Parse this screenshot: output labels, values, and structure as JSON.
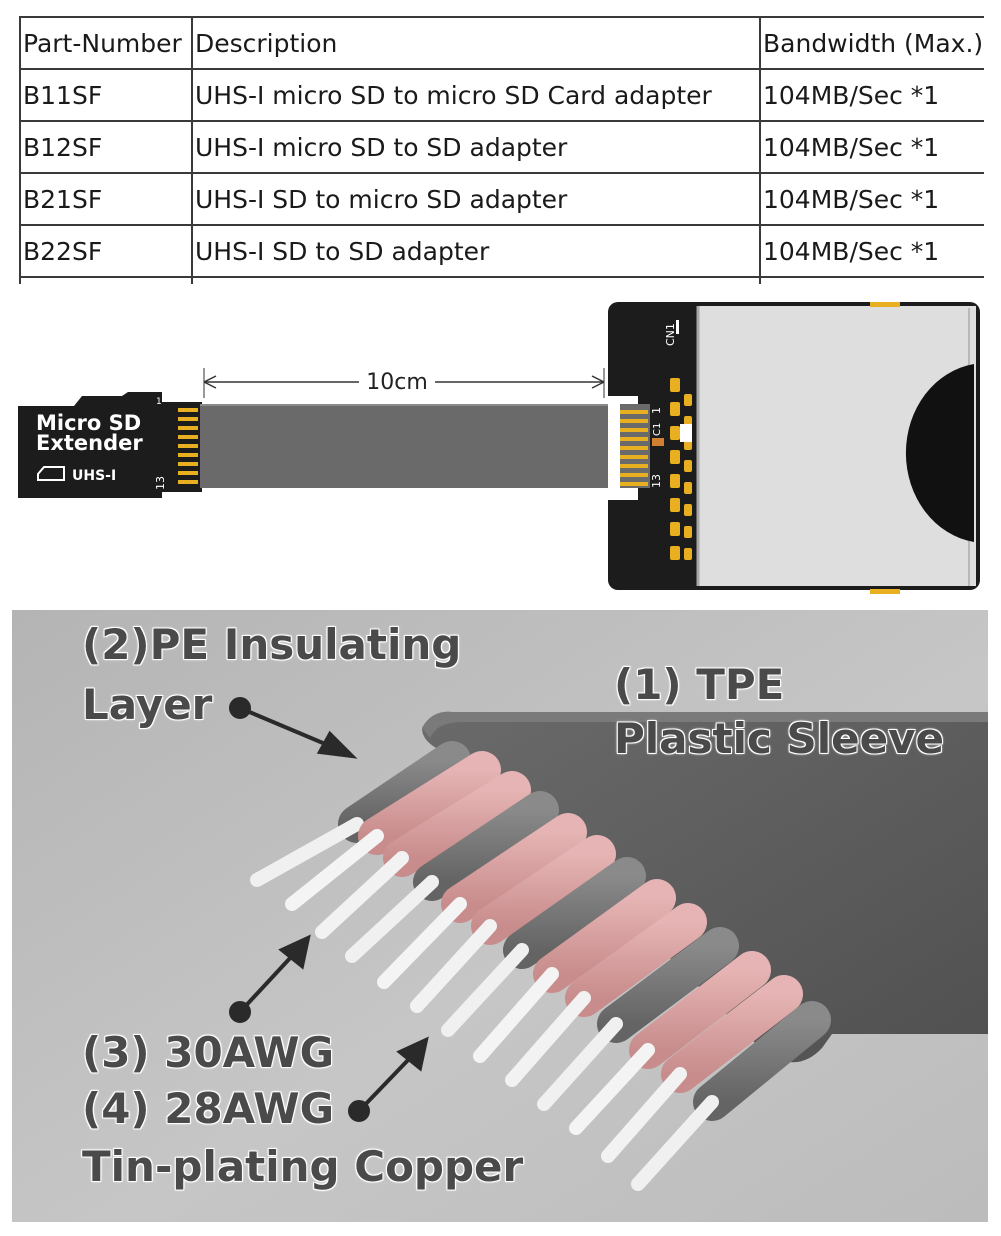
{
  "spec_table": {
    "headers": [
      "Part-Number",
      "Description",
      "Bandwidth (Max.)"
    ],
    "rows": [
      [
        "B11SF",
        "UHS-I micro SD to micro SD Card adapter",
        "104MB/Sec *1"
      ],
      [
        "B12SF",
        "UHS-I micro SD to SD adapter",
        "104MB/Sec *1"
      ],
      [
        "B21SF",
        "UHS-I SD to micro SD adapter",
        "104MB/Sec *1"
      ],
      [
        "B22SF",
        "UHS-I SD to SD adapter",
        "104MB/Sec *1"
      ]
    ]
  },
  "extender_diagram": {
    "length_label": "10cm",
    "card_label_line1": "Micro SD",
    "card_label_line2": "Extender",
    "card_badge": "UHS-I",
    "pin_first": "1",
    "pin_last": "13",
    "connector_ref": "CN1",
    "cap_ref": "C1",
    "colors": {
      "pcb": "#1c1c1c",
      "pad": "#e8b020",
      "cable": "#6a6a6a",
      "socket": "#dedede"
    }
  },
  "cable_callouts": {
    "pe_layer_line1": "(2)PE Insulating",
    "pe_layer_line2": "Layer",
    "sleeve_line1": "(1) TPE",
    "sleeve_line2": "Plastic Sleeve",
    "awg30": "(3) 30AWG",
    "awg28": "(4) 28AWG",
    "copper": "Tin-plating Copper",
    "colors": {
      "background": "#c2c2c2",
      "sleeve": "#5c5c5c",
      "pink_insulation": "#d9a0a0",
      "grey_insulation": "#7a7a7a",
      "wire": "#f2f2f2"
    }
  }
}
